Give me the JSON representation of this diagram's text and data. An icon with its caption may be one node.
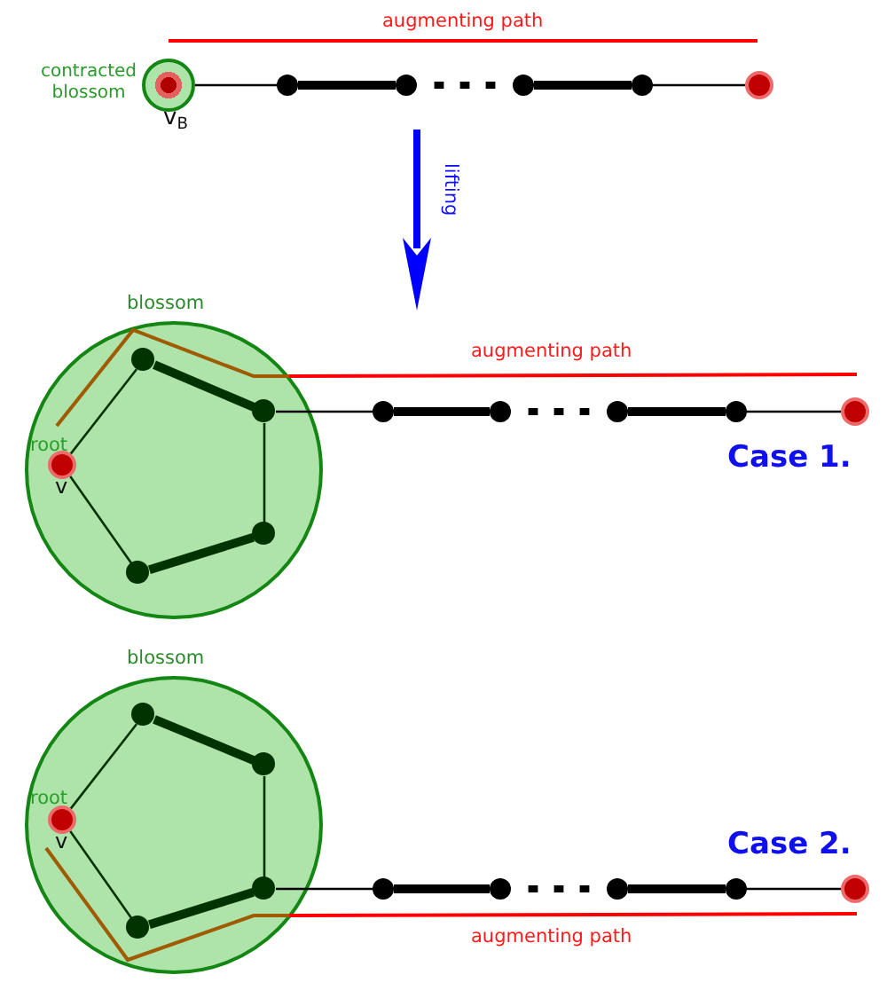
{
  "diagram": {
    "nodes": [
      {
        "text": [],
        "shape": "circle",
        "beside": [
          "contracted blossom",
          "v$_{B}$"
        ]
      },
      {
        "text": [],
        "shape": "circle"
      },
      {
        "text": [],
        "shape": "circle"
      },
      {
        "text": [],
        "shape": "circle"
      },
      {
        "text": [],
        "shape": "circle"
      },
      {
        "text": [],
        "shape": "circle"
      },
      {
        "text": [
          "blossom"
        ]
      },
      {
        "text": [],
        "shape": "circle",
        "in": 6
      },
      {
        "text": [],
        "shape": "circle",
        "in": 6
      },
      {
        "text": [],
        "shape": "circle",
        "in": 6,
        "beside": [
          "root",
          "v"
        ]
      },
      {
        "text": [],
        "shape": "circle",
        "in": 6
      },
      {
        "text": [],
        "shape": "circle",
        "in": 6
      },
      {
        "text": [],
        "shape": "circle"
      },
      {
        "text": [],
        "shape": "circle"
      },
      {
        "text": [],
        "shape": "circle"
      },
      {
        "text": [],
        "shape": "circle"
      },
      {
        "text": [],
        "shape": "circle"
      },
      {
        "text": [
          "blossom"
        ]
      },
      {
        "text": [],
        "shape": "circle",
        "in": 17
      },
      {
        "text": [],
        "shape": "circle",
        "in": 17
      },
      {
        "text": [],
        "shape": "circle",
        "in": 17,
        "beside": [
          "root",
          "v"
        ]
      },
      {
        "text": [],
        "shape": "circle",
        "in": 17
      },
      {
        "text": [],
        "shape": "circle",
        "in": 17
      },
      {
        "text": [],
        "shape": "circle"
      },
      {
        "text": [],
        "shape": "circle"
      },
      {
        "text": [],
        "shape": "circle"
      },
      {
        "text": [],
        "shape": "circle"
      },
      {
        "text": [],
        "shape": "circle"
      }
    ],
    "edges": [
      {
        "from": 0,
        "to": 1,
        "arrow": "none"
      },
      {
        "from": 1,
        "to": 2,
        "arrow": "none",
        "style": "thick"
      },
      {
        "from": 2,
        "to": 3,
        "arrow": "none",
        "style": "dashed"
      },
      {
        "from": 3,
        "to": 4,
        "arrow": "none",
        "style": "thick"
      },
      {
        "from": 4,
        "to": 5,
        "arrow": "none"
      },
      {
        "from": 7,
        "to": 8,
        "arrow": "none",
        "style": "thick",
        "color": "#003300"
      },
      {
        "from": 8,
        "to": 10,
        "arrow": "none",
        "color": "#003300"
      },
      {
        "from": 10,
        "to": 11,
        "arrow": "none",
        "style": "thick",
        "color": "#003300"
      },
      {
        "from": 11,
        "to": 9,
        "arrow": "none",
        "color": "#003300"
      },
      {
        "from": 9,
        "to": 7,
        "arrow": "none",
        "color": "#003300"
      },
      {
        "from": 8,
        "to": 12,
        "arrow": "none"
      },
      {
        "from": 12,
        "to": 13,
        "arrow": "none",
        "style": "thick"
      },
      {
        "from": 13,
        "to": 14,
        "arrow": "none",
        "style": "dashed"
      },
      {
        "from": 14,
        "to": 15,
        "arrow": "none",
        "style": "thick"
      },
      {
        "from": 15,
        "to": 16,
        "arrow": "none"
      },
      {
        "from": 18,
        "to": 19,
        "arrow": "none",
        "style": "thick",
        "color": "#003300"
      },
      {
        "from": 19,
        "to": 21,
        "arrow": "none",
        "color": "#003300"
      },
      {
        "from": 21,
        "to": 22,
        "arrow": "none",
        "style": "thick",
        "color": "#003300"
      },
      {
        "from": 22,
        "to": 20,
        "arrow": "none",
        "color": "#003300"
      },
      {
        "from": 20,
        "to": 18,
        "arrow": "none",
        "color": "#003300"
      },
      {
        "from": 21,
        "to": 23,
        "arrow": "none"
      },
      {
        "from": 23,
        "to": 24,
        "arrow": "none",
        "style": "thick"
      },
      {
        "from": 24,
        "to": 25,
        "arrow": "none",
        "style": "dashed"
      },
      {
        "from": 25,
        "to": 26,
        "arrow": "none",
        "style": "thick"
      },
      {
        "from": 26,
        "to": 27,
        "arrow": "none"
      }
    ],
    "labels": [
      "augmenting path",
      "lifting",
      "augmenting path",
      "Case 1.",
      "Case 2.",
      "augmenting path"
    ]
  }
}
